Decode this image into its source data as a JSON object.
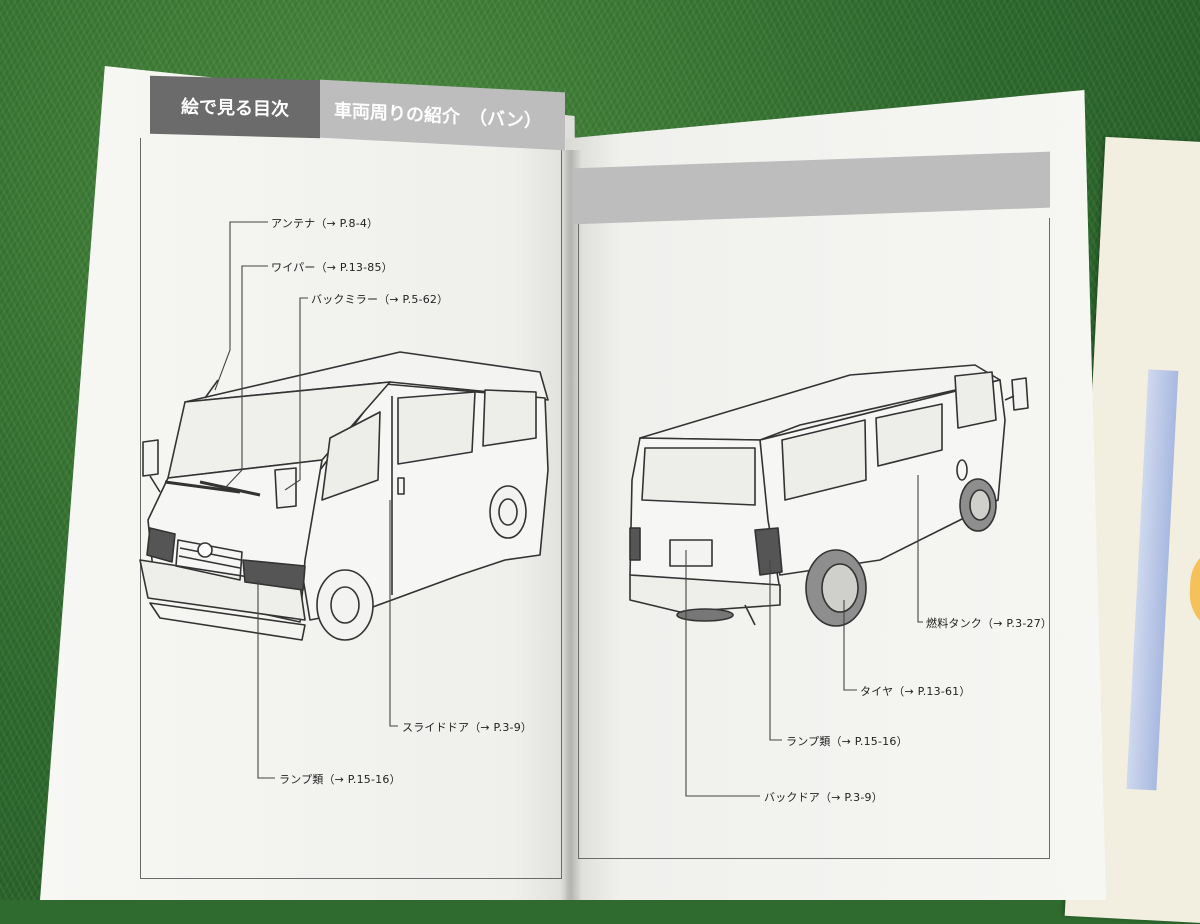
{
  "left_page": {
    "header_primary": "絵で見る目次",
    "header_secondary": "車両周りの紹介　（バン）"
  },
  "callouts_left": {
    "antenna": "アンテナ（→ P.8-4）",
    "wiper": "ワイパー（→ P.13-85）",
    "mirror": "バックミラー（→ P.5-62）",
    "slide_door": "スライドドア（→ P.3-9）",
    "lamps": "ランプ類（→ P.15-16）"
  },
  "callouts_right": {
    "fuel_tank": "燃料タンク（→ P.3-27）",
    "tire": "タイヤ（→ P.13-61）",
    "lamps": "ランプ類（→ P.15-16）",
    "back_door": "バックドア（→ P.3-9）"
  },
  "colors": {
    "grass": "#2f6b2e",
    "paper": "#f5f5f2",
    "header_dark": "#6b6b6b",
    "header_light": "#bdbdbd",
    "line": "#333333"
  }
}
